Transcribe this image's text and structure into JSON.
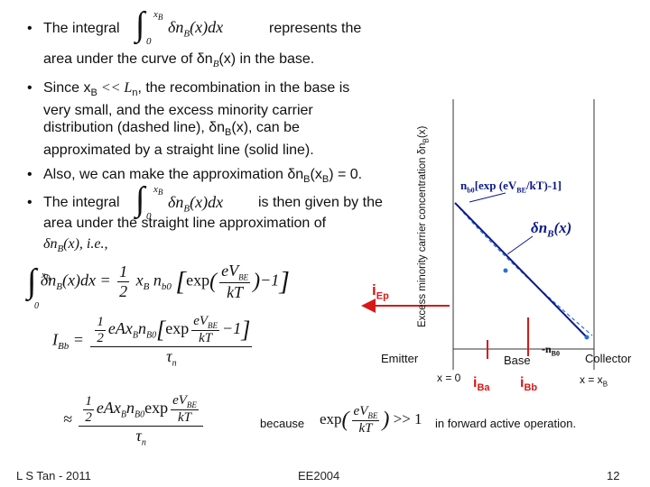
{
  "bullets": {
    "b1_pre": "The integral",
    "b1_post": "represents the",
    "b1_line2": "area under the curve of δn",
    "b1_line2_sub": "B",
    "b1_line2_end": "(x) in the base.",
    "b2": "Since x",
    "b2_sub": "B",
    "b2_rest": " << L",
    "b2_sub2": "n",
    "b2_line1_end": ", the recombination in the base is",
    "b2_line2": "very small, and the excess minority carrier",
    "b2_line3": "distribution (dashed line), δn",
    "b2_line3_sub": "B",
    "b2_line3_end": "(x), can be",
    "b2_line4": "approximated by a straight line (solid line).",
    "b3": "Also, we can make the approximation δn",
    "b3_sub": "B",
    "b3_mid": "(x",
    "b3_sub2": "B",
    "b3_end": ") = 0.",
    "b4_pre": "The integral",
    "b4_post": "is then given by the",
    "b4_line2": "area under the straight line approximation of",
    "b4_line3": "δn",
    "b4_line3_sub": "B",
    "b4_line3_end": "(x), i.e.,"
  },
  "equations": {
    "int_upper": "x",
    "int_upper_sub": "B",
    "int_lower": "0",
    "integrand": "δn",
    "integrand_sub": "B",
    "integrand_end": "(x)dx",
    "eq_sign": "=",
    "half_num": "1",
    "half_den": "2",
    "xb": "x",
    "xb_sub": "B",
    "nb0": "n",
    "nb0_sub": "b0",
    "exp": "exp",
    "evbe_num": "eV",
    "evbe_sub": "BE",
    "kt_den": "kT",
    "minus_one": "−1",
    "ibb": "I",
    "ibb_sub": "Bb",
    "approx": "≈",
    "tau": "τ",
    "tau_sub": "n",
    "num2": "eAx",
    "num2_sub": "B",
    "num2_n": "n",
    "num2_n_sub": "B0",
    "because": "because",
    "gg_one": ">> 1"
  },
  "diagram": {
    "axis_label": "Excess minority carrier concentration δn",
    "axis_label_sub": "B",
    "axis_label_end": "(x)",
    "nb0_label": "n",
    "nb0_label_sub": "b0",
    "nb0_label_end": "[exp (eV",
    "nb0_label_sub2": "BE",
    "nb0_label_end2": "/kT)-1]",
    "dnb_label": "δn",
    "dnb_label_sub": "B",
    "dnb_label_end": "(x)",
    "iep": "i",
    "iep_sub": "Ep",
    "emitter": "Emitter",
    "base": "Base",
    "collector": "Collector",
    "x0": "x = 0",
    "xb": "x = x",
    "xb_sub": "B",
    "iba": "i",
    "iba_sub": "Ba",
    "ibb": "i",
    "ibb_sub": "Bb",
    "neg_nb0": "-n",
    "neg_nb0_sub": "B0",
    "forward": "in forward active operation."
  },
  "footer": {
    "author": "L S Tan - 2011",
    "course": "EE2004",
    "page": "12"
  },
  "colors": {
    "line": "#0c1a8a",
    "dashed": "#2a6fd6",
    "arrow": "#d81818"
  }
}
